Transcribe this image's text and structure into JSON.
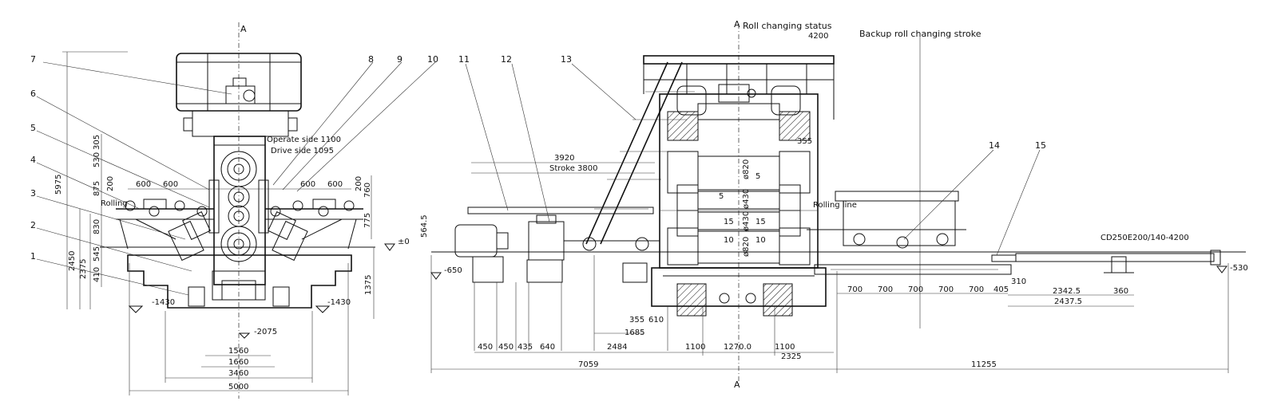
{
  "section": {
    "top": "A",
    "bottom": "A"
  },
  "balloons": [
    "1",
    "2",
    "3",
    "4",
    "5",
    "6",
    "7",
    "8",
    "9",
    "10",
    "11",
    "12",
    "13",
    "14",
    "15"
  ],
  "labels": {
    "operate_side": "Operate side 1100",
    "drive_side": "Drive side 1095",
    "rolling_left": "Rolling",
    "rolling_line": "Rolling line",
    "roll_changing_status": "Roll changing status",
    "backup_stroke": "Backup roll changing stroke",
    "stroke": "Stroke 3800",
    "cylinder": "CD250E200/140-4200"
  },
  "left_view": {
    "heights": [
      "5975",
      "2450",
      "2375",
      "1375"
    ],
    "side_vertical": [
      "305",
      "530",
      "875",
      "200",
      "830",
      "545",
      "410"
    ],
    "right_vertical": [
      "200",
      "760",
      "775"
    ],
    "horizontal_top": [
      "600",
      "600",
      "600",
      "600"
    ],
    "bottom_widths": [
      "1560",
      "1660",
      "3460",
      "5000"
    ],
    "levels": [
      "-1430",
      "-1430",
      "-2075"
    ]
  },
  "right_view": {
    "top": [
      "4200",
      "3920",
      "355"
    ],
    "levels": [
      "±0",
      "-650",
      "564.5",
      "-530"
    ],
    "rolls": [
      "5",
      "5",
      "15",
      "15",
      "10",
      "10"
    ],
    "diameters": [
      "ø820",
      "ø430",
      "ø430",
      "ø820"
    ],
    "mid_dims": [
      "355",
      "1685",
      "610"
    ],
    "bottom_row": [
      "450",
      "450",
      "435",
      "640",
      "2484",
      "1100",
      "1270.0",
      "1100"
    ],
    "totals": [
      "7059",
      "2325",
      "11255"
    ],
    "spacing": [
      "700",
      "700",
      "700",
      "700",
      "700",
      "405"
    ],
    "rail": [
      "310",
      "2342.5",
      "360",
      "2437.5"
    ]
  }
}
